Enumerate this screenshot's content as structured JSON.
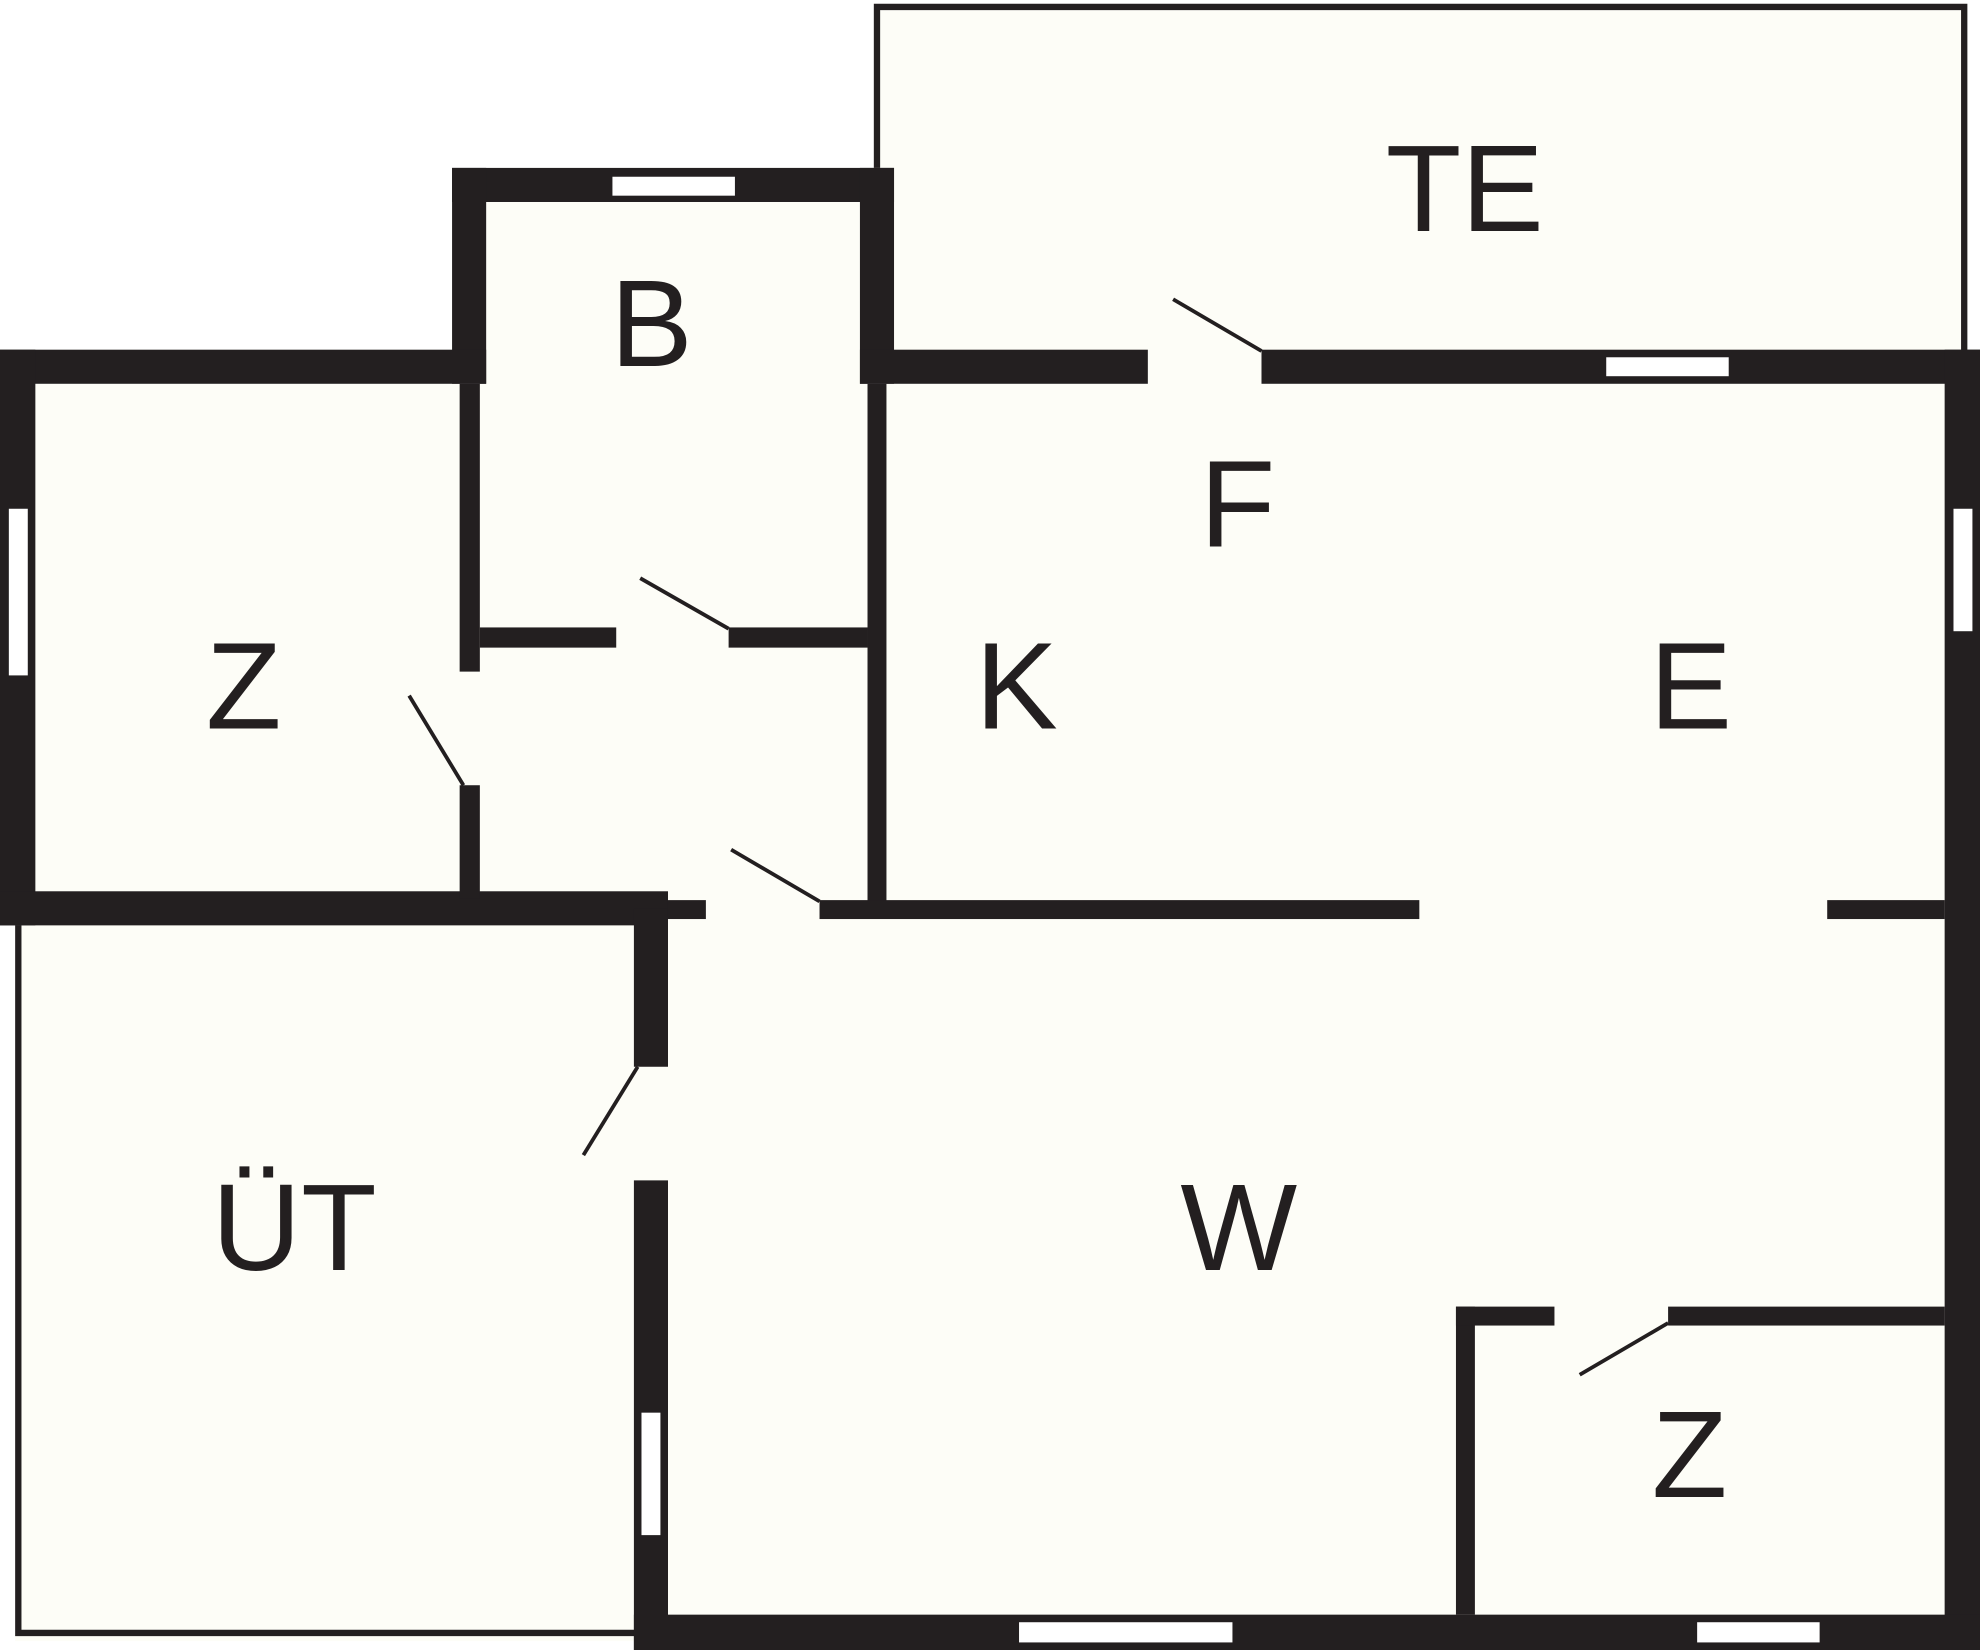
{
  "colors": {
    "wall": "#231f20",
    "floor": "#fdfdf7",
    "window": "#ffffff"
  },
  "rooms": {
    "terrace": "TE",
    "bathroom": "B",
    "hallway": "F",
    "room_left": "Z",
    "kitchen": "K",
    "dining": "E",
    "utility": "ÜT",
    "living": "W",
    "room_right": "Z"
  }
}
